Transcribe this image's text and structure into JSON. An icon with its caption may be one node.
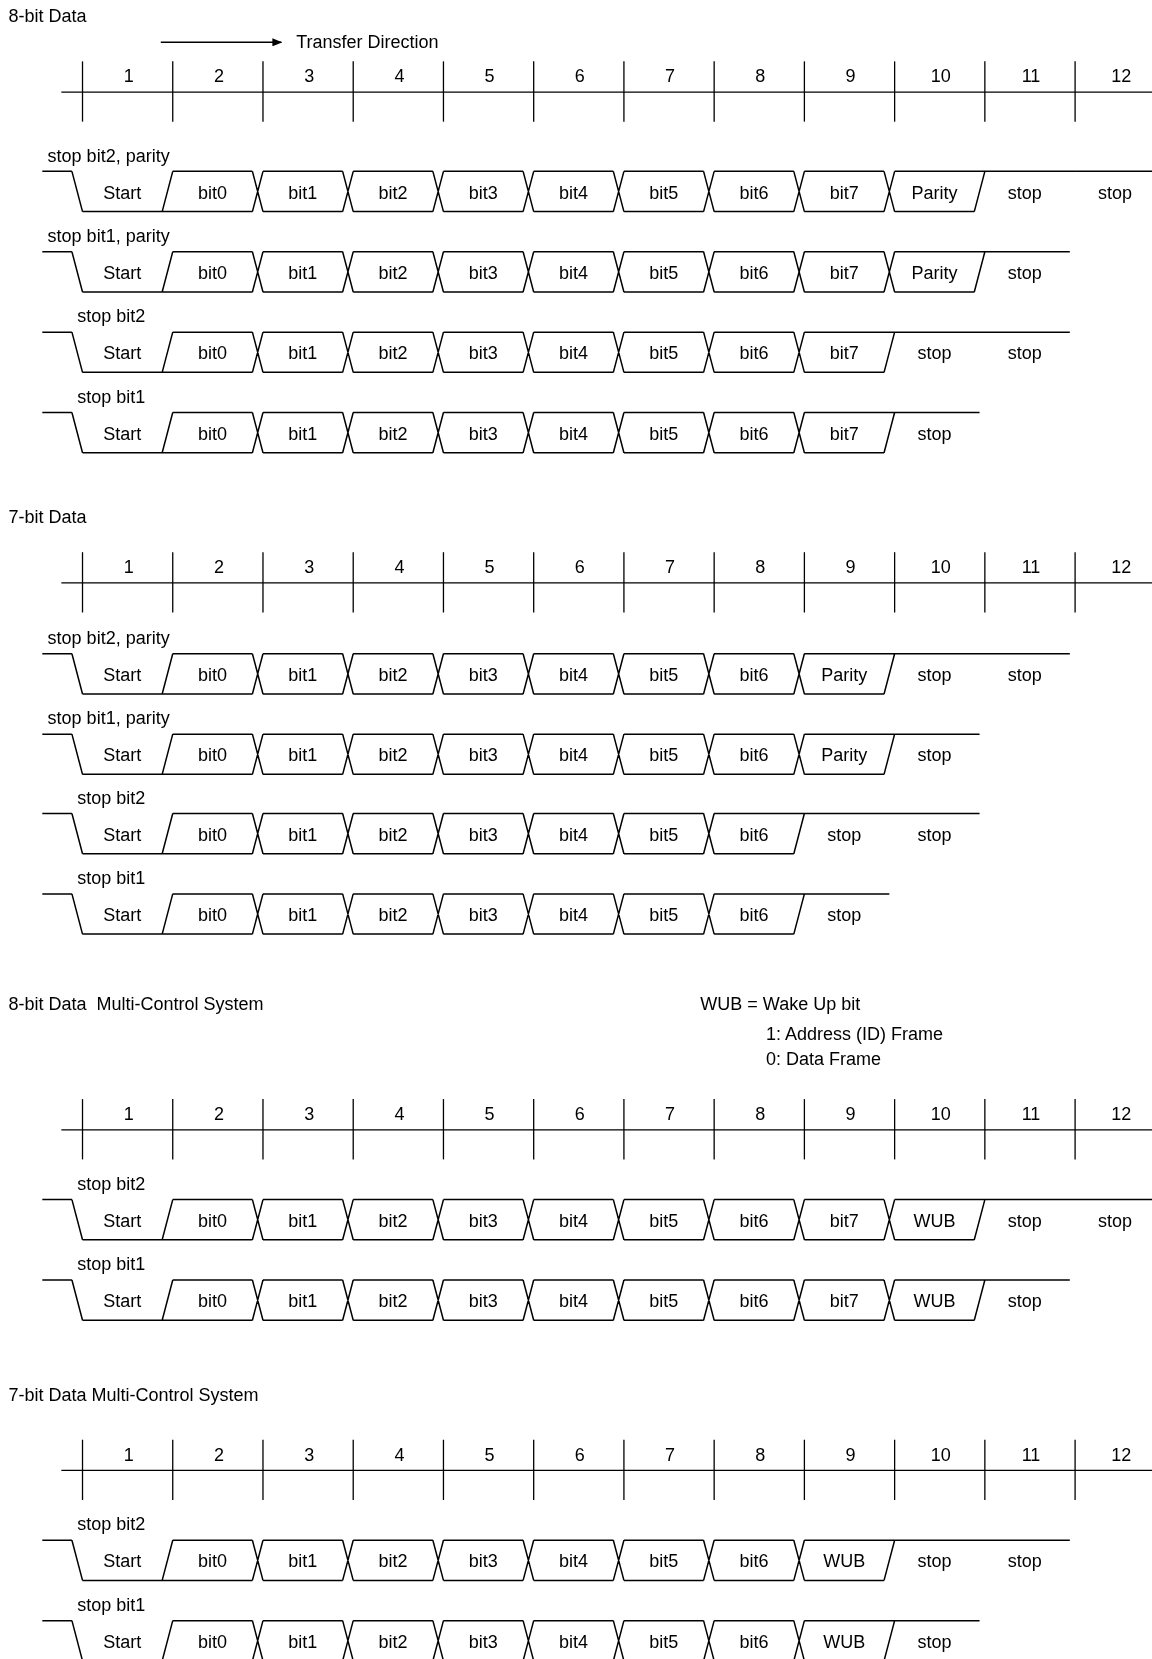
{
  "diagram": {
    "labels": [
      "8-bit Data",
      "Transfer Direction",
      "1",
      "2",
      "3",
      "4",
      "5",
      "6",
      "7",
      "8",
      "9",
      "10",
      "11",
      "12",
      "stop bit2, parity",
      "Start",
      "bit0",
      "bit1",
      "bit2",
      "bit3",
      "bit4",
      "bit5",
      "bit6",
      "bit7",
      "Parity",
      "stop",
      "stop",
      "stop bit1, parity",
      "Start",
      "bit0",
      "bit1",
      "bit2",
      "bit3",
      "bit4",
      "bit5",
      "bit6",
      "bit7",
      "Parity",
      "stop",
      "stop bit2",
      "Start",
      "bit0",
      "bit1",
      "bit2",
      "bit3",
      "bit4",
      "bit5",
      "bit6",
      "bit7",
      "stop",
      "stop",
      "stop bit1",
      "Start",
      "bit0",
      "bit1",
      "bit2",
      "bit3",
      "bit4",
      "bit5",
      "bit6",
      "bit7",
      "stop",
      "7-bit Data",
      "1",
      "2",
      "3",
      "4",
      "5",
      "6",
      "7",
      "8",
      "9",
      "10",
      "11",
      "12",
      "stop bit2, parity",
      "Start",
      "bit0",
      "bit1",
      "bit2",
      "bit3",
      "bit4",
      "bit5",
      "bit6",
      "Parity",
      "stop",
      "stop",
      "stop bit1, parity",
      "Start",
      "bit0",
      "bit1",
      "bit2",
      "bit3",
      "bit4",
      "bit5",
      "bit6",
      "Parity",
      "stop",
      "stop bit2",
      "Start",
      "bit0",
      "bit1",
      "bit2",
      "bit3",
      "bit4",
      "bit5",
      "bit6",
      "stop",
      "stop",
      "stop bit1",
      "Start",
      "bit0",
      "bit1",
      "bit2",
      "bit3",
      "bit4",
      "bit5",
      "bit6",
      "stop",
      "8-bit Data  Multi-Control System",
      "WUB = Wake Up bit",
      "1: Address (ID) Frame",
      "0: Data Frame",
      "1",
      "2",
      "3",
      "4",
      "5",
      "6",
      "7",
      "8",
      "9",
      "10",
      "11",
      "12",
      "stop bit2",
      "Start",
      "bit0",
      "bit1",
      "bit2",
      "bit3",
      "bit4",
      "bit5",
      "bit6",
      "bit7",
      "WUB",
      "stop",
      "stop",
      "stop bit1",
      "Start",
      "bit0",
      "bit1",
      "bit2",
      "bit3",
      "bit4",
      "bit5",
      "bit6",
      "bit7",
      "WUB",
      "stop",
      "7-bit Data Multi-Control System",
      "1",
      "2",
      "3",
      "4",
      "5",
      "6",
      "7",
      "8",
      "9",
      "10",
      "11",
      "12",
      "stop bit2",
      "Start",
      "bit0",
      "bit1",
      "bit2",
      "bit3",
      "bit4",
      "bit5",
      "bit6",
      "WUB",
      "stop",
      "stop",
      "stop bit1",
      "Start",
      "bit0",
      "bit1",
      "bit2",
      "bit3",
      "bit4",
      "bit5",
      "bit6",
      "WUB",
      "stop"
    ]
  }
}
